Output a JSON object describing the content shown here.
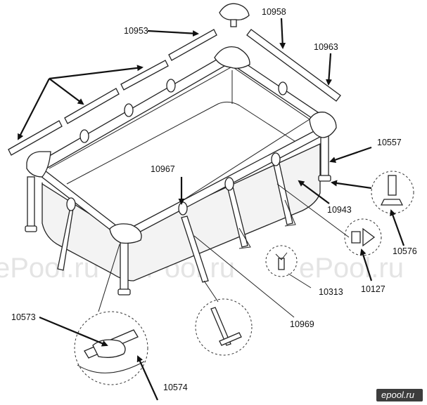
{
  "part_labels": {
    "p10953": "10953",
    "p10958": "10958",
    "p10963": "10963",
    "p10557": "10557",
    "p10967": "10967",
    "p10943": "10943",
    "p10576": "10576",
    "p10127": "10127",
    "p10313": "10313",
    "p10969": "10969",
    "p10573": "10573",
    "p10574": "10574"
  },
  "watermark": "ePool.ru",
  "logo": "epool.ru"
}
